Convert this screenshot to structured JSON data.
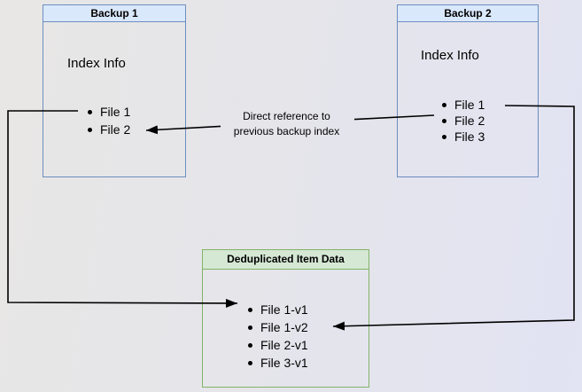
{
  "diagram": {
    "backup1": {
      "title": "Backup 1",
      "subtitle": "Index Info",
      "items": [
        "File 1",
        "File 2"
      ]
    },
    "backup2": {
      "title": "Backup 2",
      "subtitle": "Index Info",
      "items": [
        "File 1",
        "File 2",
        "File 3"
      ]
    },
    "dedup": {
      "title": "Deduplicated Item Data",
      "items": [
        "File 1-v1",
        "File 1-v2",
        "File 2-v1",
        "File 3-v1"
      ]
    },
    "edge_label": {
      "line1": "Direct reference to",
      "line2": "previous backup index"
    },
    "colors": {
      "blue_border": "#6c8ebf",
      "blue_fill": "#dae8fc",
      "green_border": "#82b366",
      "green_fill": "#d5e8d4",
      "connector": "#000000"
    }
  }
}
